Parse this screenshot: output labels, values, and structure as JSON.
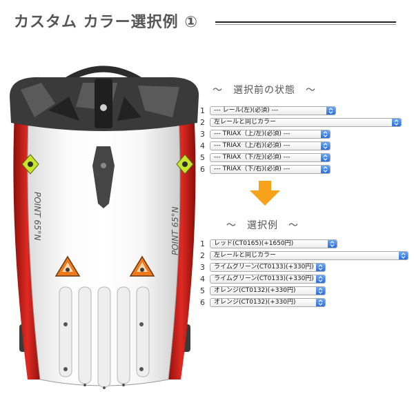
{
  "header": {
    "title": "カスタム カラー選択例 ①"
  },
  "before": {
    "heading": "～　選択前の状態　～",
    "rows": [
      {
        "num": "1",
        "value": "--- レール(左)(必須) ---"
      },
      {
        "num": "2",
        "value": "左レールと同じカラー"
      },
      {
        "num": "3",
        "value": "--- TRIAX（上/左)(必須) ---"
      },
      {
        "num": "4",
        "value": "--- TRIAX（上/右)(必須) ---"
      },
      {
        "num": "5",
        "value": "--- TRIAX（下/左)(必須) ---"
      },
      {
        "num": "6",
        "value": "--- TRIAX（下/右)(必須) ---"
      }
    ]
  },
  "example": {
    "heading": "～　選択例　～",
    "rows": [
      {
        "num": "1",
        "value": "レッド(CT0165)(+1650円)"
      },
      {
        "num": "2",
        "value": "左レールと同じカラー"
      },
      {
        "num": "3",
        "value": "ライムグリーン(CT0133)(+330円)"
      },
      {
        "num": "4",
        "value": "ライムグリーン(CT0133)(+330円)"
      },
      {
        "num": "5",
        "value": "オレンジ(CT0132)(+330円)"
      },
      {
        "num": "6",
        "value": "オレンジ(CT0132)(+330円)"
      }
    ]
  },
  "backpack": {
    "brand_left": "POINT 65°N",
    "brand_right": "POINT 65°N",
    "colors": {
      "rail": "#d0201b",
      "shell": "#f2f2f2",
      "lid": "#3a3a3a",
      "triax_top": "#c8e62a",
      "triax_bottom": "#ee7a1b",
      "arrow": "#f7a21b",
      "select_arrow": "#2a6ee0"
    }
  }
}
